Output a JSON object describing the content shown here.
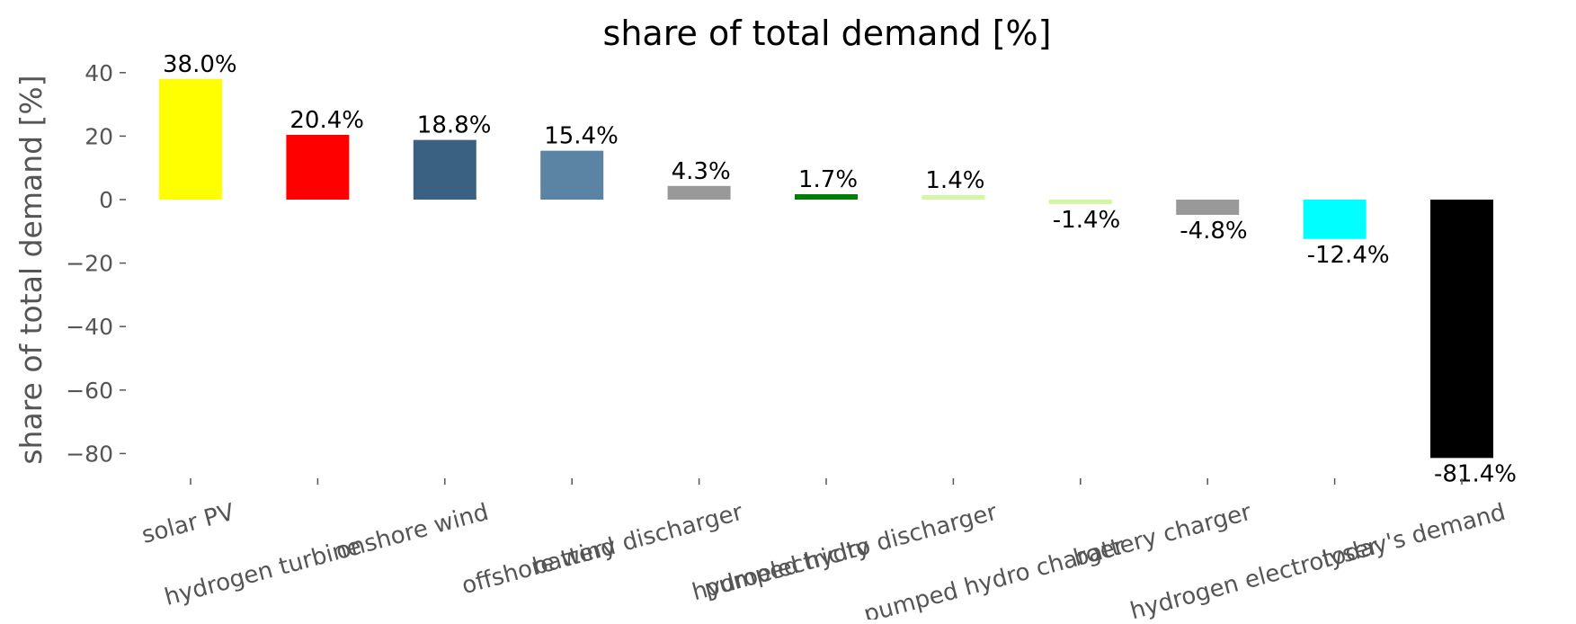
{
  "chart_data": {
    "type": "bar",
    "title": "share of total demand [%]",
    "ylabel": "share of total demand [%]",
    "xlabel": "",
    "ylim": [
      -89,
      47
    ],
    "yticks": [
      40,
      20,
      0,
      -20,
      -40,
      -60,
      -80
    ],
    "ytick_labels": [
      "40",
      "20",
      "0",
      "−20",
      "−40",
      "−60",
      "−80"
    ],
    "grid": false,
    "categories": [
      "solar PV",
      "hydrogen turbine",
      "onshore wind",
      "offshore wind",
      "battery discharger",
      "hydroelectricity",
      "pumped hydro discharger",
      "pumped hydro charger",
      "battery charger",
      "hydrogen electrolyser",
      "today's demand"
    ],
    "values": [
      38.0,
      20.4,
      18.8,
      15.4,
      4.3,
      1.7,
      1.4,
      -1.4,
      -4.8,
      -12.4,
      -81.4
    ],
    "data_labels": [
      "38.0%",
      "20.4%",
      "18.8%",
      "15.4%",
      "4.3%",
      "1.7%",
      "1.4%",
      "-1.4%",
      "-4.8%",
      "-12.4%",
      "-81.4%"
    ],
    "colors": [
      "#ffff00",
      "#ff0000",
      "#3b6182",
      "#5b83a3",
      "#999999",
      "#008000",
      "#d4f5a3",
      "#d4f5a3",
      "#999999",
      "#00ffff",
      "#000000"
    ]
  }
}
